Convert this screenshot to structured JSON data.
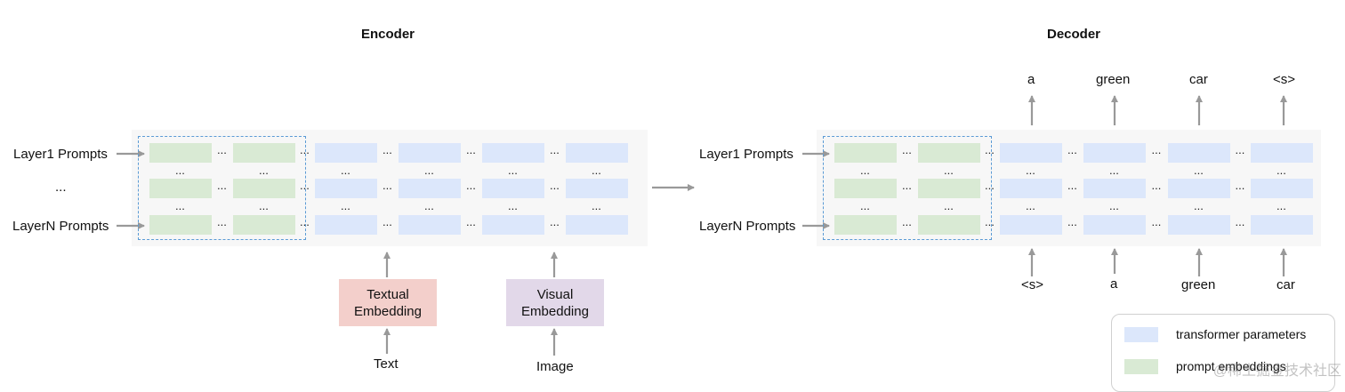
{
  "encoder": {
    "title": "Encoder",
    "layer1_label": "Layer1 Prompts",
    "middle_label": "...",
    "layerN_label": "LayerN Prompts",
    "textual_embedding": "Textual\nEmbedding",
    "visual_embedding": "Visual\nEmbedding",
    "text_input": "Text",
    "image_input": "Image"
  },
  "decoder": {
    "title": "Decoder",
    "layer1_label": "Layer1 Prompts",
    "layerN_label": "LayerN Prompts",
    "outputs": [
      "a",
      "green",
      "car",
      "<s>"
    ],
    "inputs": [
      "<s>",
      "a",
      "green",
      "car"
    ]
  },
  "ellipsis": "...",
  "legend": {
    "transformer": "transformer parameters",
    "prompt": "prompt embeddings"
  },
  "colors": {
    "transformer_block": "#dce7fb",
    "prompt_block": "#d9ead4",
    "textual_embedding": "#f3cfcb",
    "visual_embedding": "#e2d8e9",
    "dashed_border": "#5b9bd5",
    "arrow": "#999999"
  },
  "watermark": "@稀土掘金技术社区"
}
